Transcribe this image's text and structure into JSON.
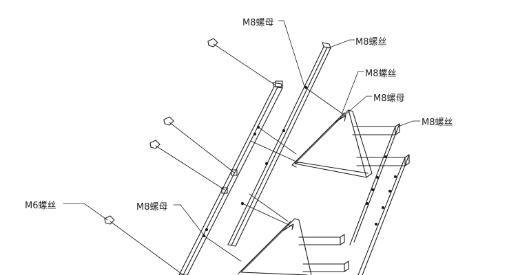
{
  "diagram": {
    "labels": {
      "m8_nut_top": "M8螺母",
      "m8_screw_top": "M8螺丝",
      "m8_screw_mid": "M8螺丝",
      "m8_nut_mid": "M8螺母",
      "m8_screw_right": "M8螺丝",
      "m6_screw": "M6螺丝",
      "m8_nut_bottom": "M8螺母"
    },
    "line_color": "#1a1a1a",
    "background": "#ffffff"
  }
}
